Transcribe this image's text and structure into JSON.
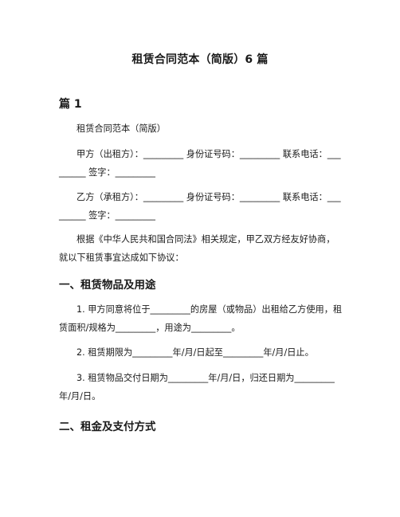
{
  "document": {
    "title": "租赁合同范本（简版）6 篇",
    "section_title": "篇 1",
    "paragraphs": {
      "p1": "租赁合同范本（简版）",
      "p2": "甲方（出租方）：_________ 身份证号码：_________ 联系电话：_________ 签字：_________",
      "p3": "乙方（承租方）：_________ 身份证号码：_________ 联系电话：_________ 签字：_________",
      "p4": "根据《中华人民共和国合同法》相关规定，甲乙双方经友好协商，就以下租赁事宜达成如下协议："
    },
    "heading_1": "一、租赁物品及用途",
    "items_1": {
      "i1": "1. 甲方同意将位于_________的房屋（或物品）出租给乙方使用，租赁面积/规格为_________，用途为_________。",
      "i2": "2. 租赁期限为_________年/月/日起至_________年/月/日止。",
      "i3": "3. 租赁物品交付日期为_________年/月/日，归还日期为_________年/月/日。"
    },
    "heading_2": "二、租金及支付方式"
  }
}
